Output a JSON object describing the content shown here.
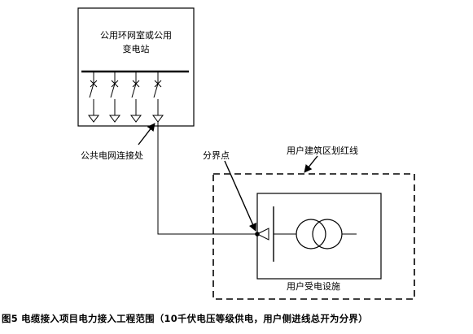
{
  "substation": {
    "title_line1": "公用环网室或公用",
    "title_line2": "变电站"
  },
  "labels": {
    "public_connection": "公共电网连接处",
    "demarcation_point": "分界点",
    "user_redline": "用户建筑区划红线",
    "user_facility": "用户受电设施"
  },
  "caption": "图5 电缆接入项目电力接入工程范围（10千伏电压等级供电，用户侧进线总开为分界）",
  "colors": {
    "line": "#000000",
    "background": "#ffffff"
  }
}
